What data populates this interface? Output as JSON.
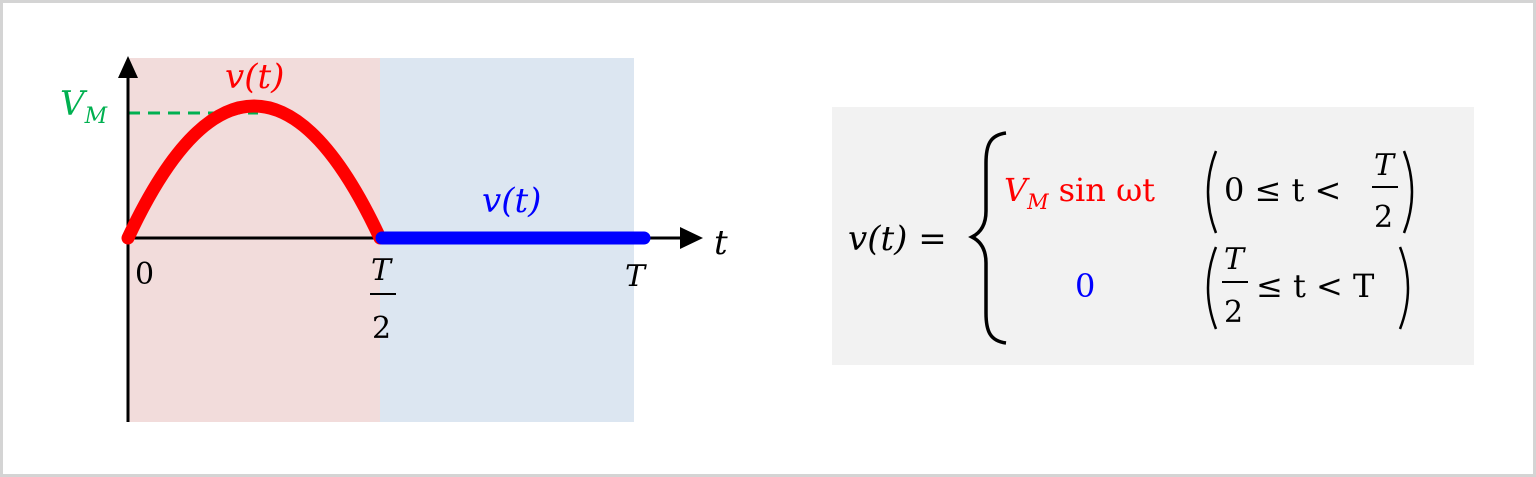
{
  "graph": {
    "y_peak_label": "V",
    "y_peak_sub": "M",
    "curve_label_1": "v(t)",
    "curve_label_2": "v(t)",
    "t_axis_label": "t",
    "tick_zero": "0",
    "tick_half_num": "T",
    "tick_half_den": "2",
    "tick_full": "T",
    "colors": {
      "first_half_region": "#f2dcdb",
      "second_half_region": "#dce6f1",
      "curve_1": "#ff0000",
      "curve_2": "#0000ff",
      "peak_line": "#00b050",
      "axes": "#000000"
    }
  },
  "equation": {
    "lhs": "v(t) =",
    "case1_V": "V",
    "case1_sub": "M",
    "case1_rest": "sin ωt",
    "case1_cond_open": "0 ≤ t <",
    "case1_frac_num": "T",
    "case1_frac_den": "2",
    "case2_value": "0",
    "case2_frac_num": "T",
    "case2_frac_den": "2",
    "case2_cond_rest": "≤ t < T",
    "colors": {
      "case1_expr": "#ff0000",
      "case2_value": "#0000ff",
      "box_bg": "#f2f2f2"
    }
  }
}
